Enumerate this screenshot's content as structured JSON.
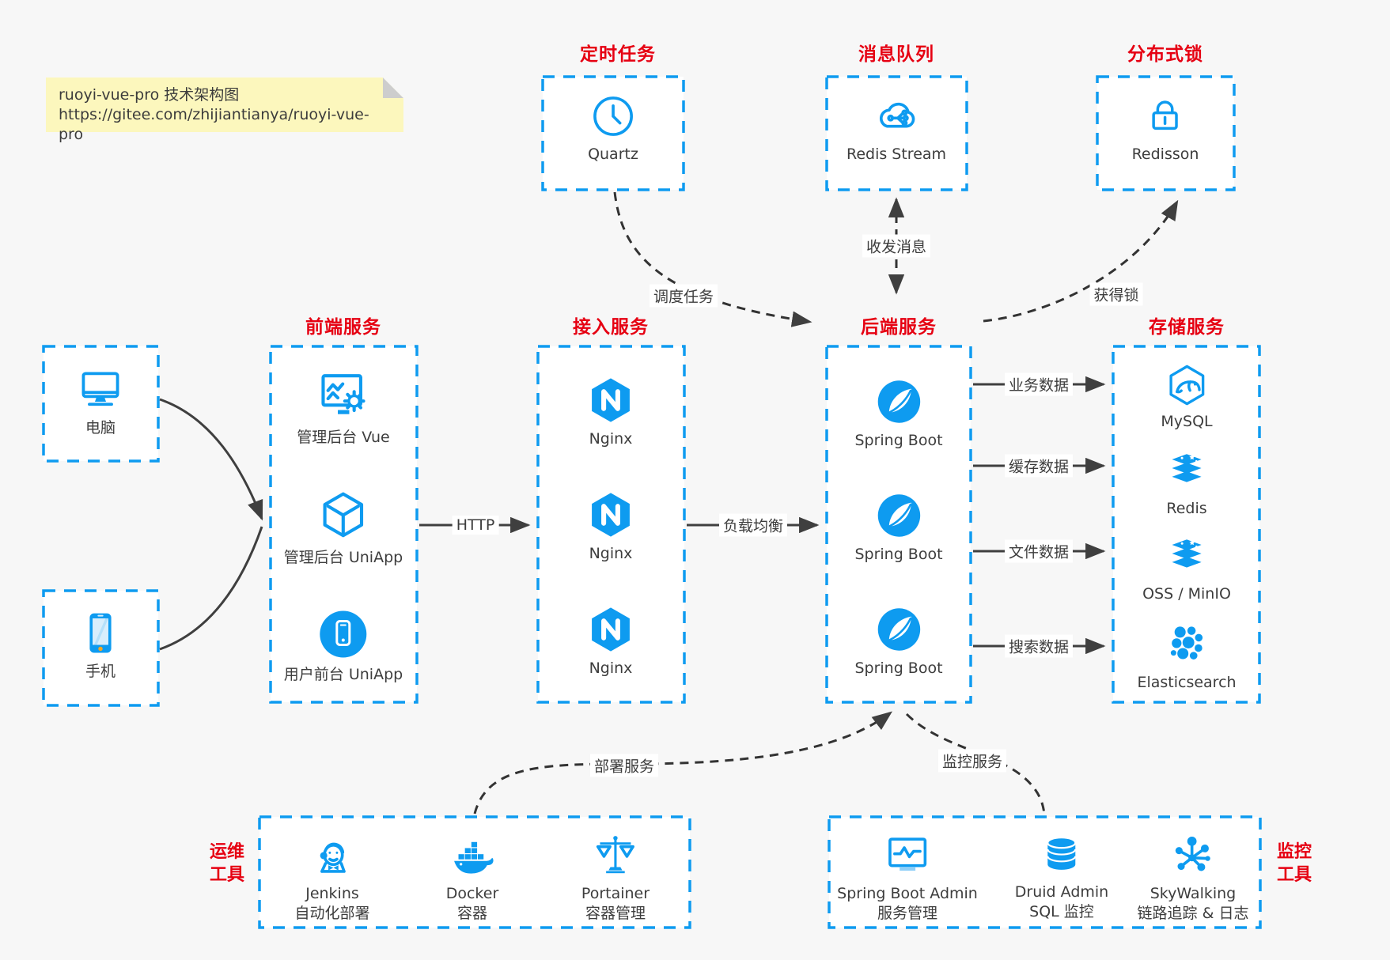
{
  "note": {
    "line1": "ruoyi-vue-pro 技术架构图",
    "line2": "https://gitee.com/zhijiantianya/ruoyi-vue-pro"
  },
  "colors": {
    "blue": "#0e9bf0",
    "red": "#e60012",
    "text": "#3d3d3d",
    "line": "#3f3f3f",
    "bg": "#f7f7f7"
  },
  "groups": {
    "scheduled": {
      "title": "定时任务",
      "item": "Quartz"
    },
    "mq": {
      "title": "消息队列",
      "item": "Redis Stream"
    },
    "lock": {
      "title": "分布式锁",
      "item": "Redisson"
    },
    "clients": {
      "pc": "电脑",
      "mobile": "手机"
    },
    "frontend": {
      "title": "前端服务",
      "items": [
        "管理后台 Vue",
        "管理后台 UniApp",
        "用户前台 UniApp"
      ]
    },
    "gateway": {
      "title": "接入服务",
      "items": [
        "Nginx",
        "Nginx",
        "Nginx"
      ]
    },
    "backend": {
      "title": "后端服务",
      "items": [
        "Spring Boot",
        "Spring Boot",
        "Spring Boot"
      ]
    },
    "storage": {
      "title": "存储服务",
      "items": [
        "MySQL",
        "Redis",
        "OSS / MinIO",
        "Elasticsearch"
      ]
    },
    "ops": {
      "title_line1": "运维",
      "title_line2": "工具",
      "items": [
        {
          "name": "Jenkins",
          "desc": "自动化部署"
        },
        {
          "name": "Docker",
          "desc": "容器"
        },
        {
          "name": "Portainer",
          "desc": "容器管理"
        }
      ]
    },
    "monitoring": {
      "title_line1": "监控",
      "title_line2": "工具",
      "items": [
        {
          "name": "Spring Boot Admin",
          "desc": "服务管理"
        },
        {
          "name": "Druid Admin",
          "desc": "SQL 监控"
        },
        {
          "name": "SkyWalking",
          "desc": "链路追踪 & 日志"
        }
      ]
    }
  },
  "edges": {
    "http": "HTTP",
    "load_balance": "负载均衡",
    "business_data": "业务数据",
    "cache_data": "缓存数据",
    "file_data": "文件数据",
    "search_data": "搜索数据",
    "schedule_task": "调度任务",
    "message": "收发消息",
    "acquire_lock": "获得锁",
    "deploy_service": "部署服务",
    "monitor_service": "监控服务"
  }
}
